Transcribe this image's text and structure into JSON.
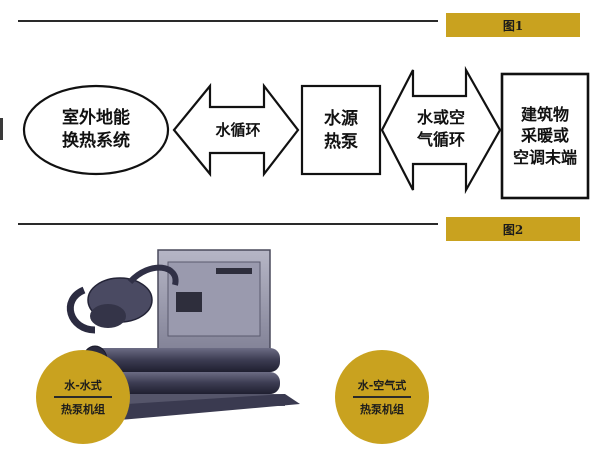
{
  "figure1": {
    "tag": "图1",
    "nodes": {
      "ground": [
        "室外地能",
        "换热系统"
      ],
      "pump": [
        "水源",
        "热泵"
      ],
      "terminal": [
        "建筑物",
        "采暖或",
        "空调末端"
      ]
    },
    "arrows": {
      "left": [
        "水循环"
      ],
      "right": [
        "水或空",
        "气循环"
      ]
    }
  },
  "figure2": {
    "tag": "图2",
    "badges": {
      "water_water": [
        "水-水式",
        "热泵机组"
      ],
      "water_air": [
        "水-空气式",
        "热泵机组"
      ]
    }
  },
  "colors": {
    "accent": "#c9a21f",
    "rule": "#2a2a2a"
  }
}
